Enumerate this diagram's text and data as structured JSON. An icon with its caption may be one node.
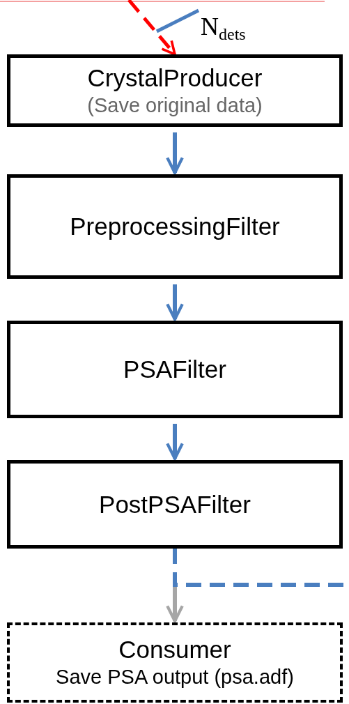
{
  "diagram": {
    "nodes": [
      {
        "text": [
          "CrystalProducer",
          "(Save original data)"
        ]
      },
      {
        "text": [
          "PreprocessingFilter"
        ]
      },
      {
        "text": [
          "PSAFilter"
        ]
      },
      {
        "text": [
          "PostPSAFilter"
        ]
      },
      {
        "text": [
          "Consumer",
          "Save PSA output (psa.adf)"
        ]
      }
    ],
    "edges": [
      {
        "from": null,
        "to": 0,
        "arrow": "to",
        "label": "N$_{dets}$",
        "style": "dashed",
        "color": "#ff0000"
      },
      {
        "from": 0,
        "to": 1,
        "arrow": "to"
      },
      {
        "from": 1,
        "to": 2,
        "arrow": "to"
      },
      {
        "from": 2,
        "to": 3,
        "arrow": "to"
      },
      {
        "from": 3,
        "to": 4,
        "arrow": "to",
        "color": "#a6a6a6"
      },
      {
        "from": 3,
        "to": null,
        "arrow": "none",
        "style": "dashed"
      }
    ]
  }
}
